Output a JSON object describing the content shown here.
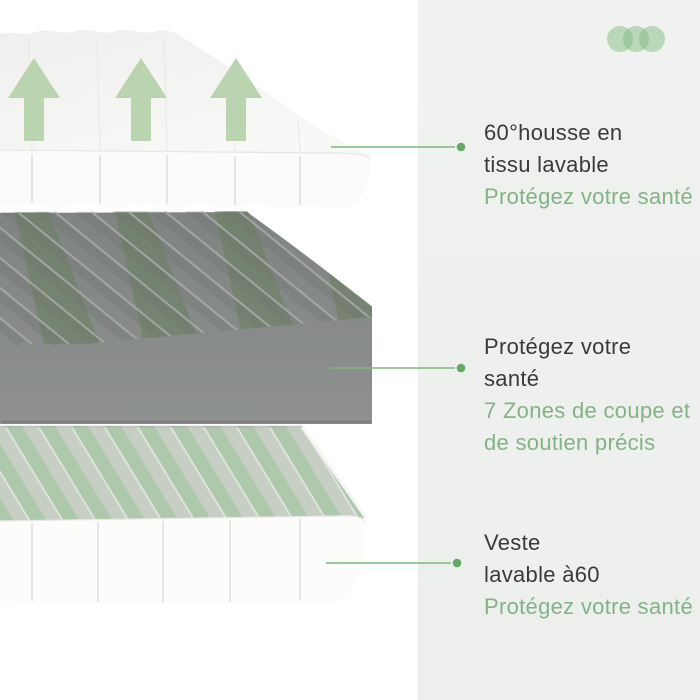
{
  "meta": {
    "language": "fr",
    "kind": "mattress layers infographic"
  },
  "colors": {
    "canvas_bg": "#ffffff",
    "panel_bg": "#eff1ef",
    "title_text": "#3a3a3a",
    "accent_text": "#84b287",
    "arrow_green": "#bad4af",
    "connector_line": "#7db87d",
    "connector_dot": "#63a863",
    "trio_dot": "#82bc82",
    "foam_gray": "#878b89",
    "foam_zone_green": "#677f5d",
    "stripe_green": "#a6c5a1",
    "fabric_white": "#fbfbfa"
  },
  "decor": {
    "dots_count": 3,
    "airflow_arrow_count": 3
  },
  "annotations": [
    {
      "id": "cover",
      "title_lines": [
        "60°housse en",
        "tissu lavable"
      ],
      "accent_lines": [
        "Protégez votre santé"
      ]
    },
    {
      "id": "support-zones",
      "title_lines": [
        "Protégez votre",
        "santé"
      ],
      "accent_lines": [
        "7 Zones de coupe et",
        "de soutien précis"
      ]
    },
    {
      "id": "washable-jacket",
      "title_lines": [
        "Veste",
        "lavable à60"
      ],
      "accent_lines": [
        "Protégez votre santé"
      ]
    }
  ],
  "illustration": {
    "layer_ids": [
      "top-cover",
      "foam-core",
      "base-layer"
    ]
  }
}
